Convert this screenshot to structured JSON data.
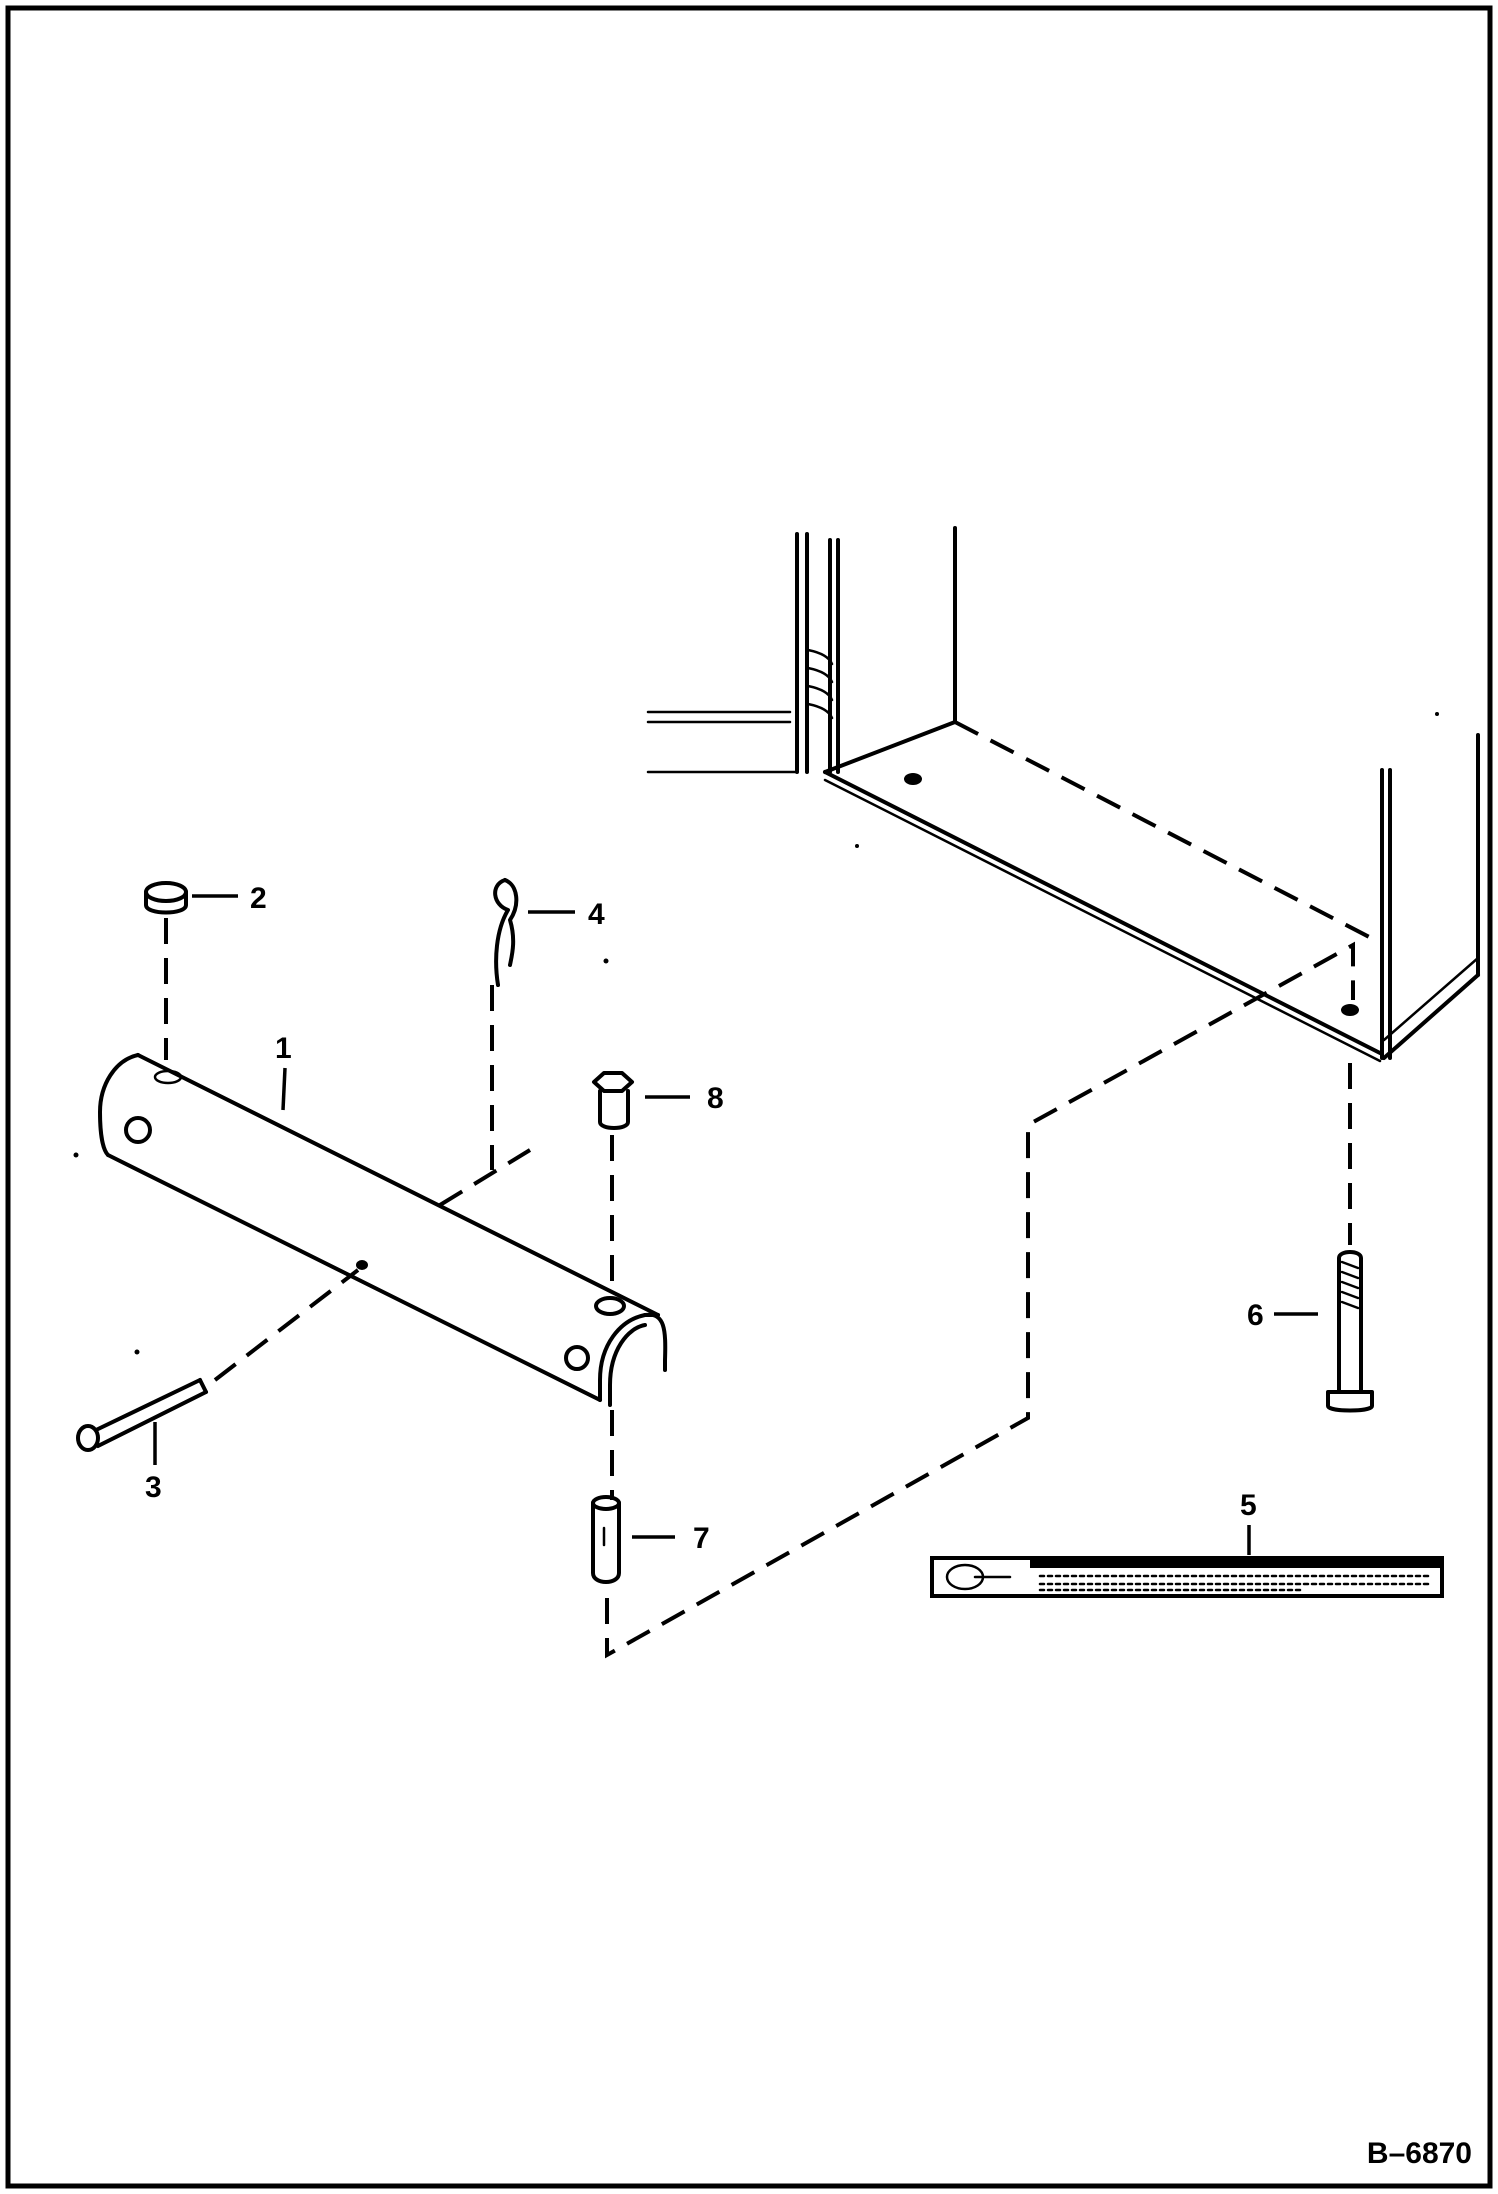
{
  "figure": {
    "number": "B–6870"
  },
  "callouts": [
    {
      "id": "1",
      "label": "1"
    },
    {
      "id": "2",
      "label": "2"
    },
    {
      "id": "3",
      "label": "3"
    },
    {
      "id": "4",
      "label": "4"
    },
    {
      "id": "5",
      "label": "5"
    },
    {
      "id": "6",
      "label": "6"
    },
    {
      "id": "7",
      "label": "7"
    },
    {
      "id": "8",
      "label": "8"
    }
  ],
  "parts": [
    {
      "ref": "1",
      "name": "tube-channel"
    },
    {
      "ref": "2",
      "name": "plug"
    },
    {
      "ref": "3",
      "name": "bolt"
    },
    {
      "ref": "4",
      "name": "hair-pin-clip"
    },
    {
      "ref": "5",
      "name": "decal"
    },
    {
      "ref": "6",
      "name": "bolt"
    },
    {
      "ref": "7",
      "name": "pin"
    },
    {
      "ref": "8",
      "name": "grease-fitting"
    }
  ]
}
